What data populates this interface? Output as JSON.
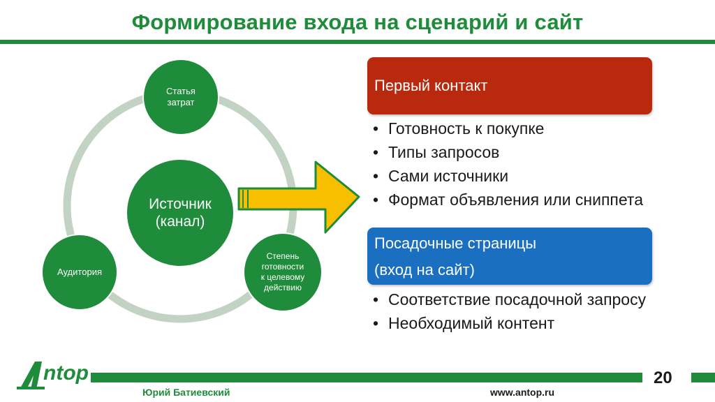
{
  "slide": {
    "title": "Формирование входа на сценарий и сайт"
  },
  "diagram": {
    "center": {
      "line1": "Источник",
      "line2": "(канал)"
    },
    "nodes": {
      "top": {
        "line1": "Статья",
        "line2": "затрат"
      },
      "left": {
        "line1": "Аудитория"
      },
      "right": {
        "line1": "Степень",
        "line2": "готовности",
        "line3": "к целевому",
        "line4": "действию"
      }
    }
  },
  "panels": {
    "first_contact": {
      "title": "Первый контакт",
      "bullets": [
        "Готовность к покупке",
        "Типы запросов",
        "Сами источники",
        "Формат объявления или сниппета"
      ]
    },
    "landing": {
      "title_line1": "Посадочные страницы",
      "title_line2": "(вход на сайт)",
      "bullets": [
        "Соответствие посадочной запросу",
        "Необходимый контент"
      ]
    }
  },
  "footer": {
    "logo_text": "ntop",
    "author": "Юрий Батиевский",
    "website": "www.antop.ru",
    "page_number": "20"
  },
  "colors": {
    "brand_green": "#1e8c3a",
    "node_green": "#1e8c3a",
    "ring_gray": "#c3d3c3",
    "arrow_yellow": "#f7bf00",
    "panel_red": "#b9290e",
    "panel_blue": "#1a6fc1"
  }
}
